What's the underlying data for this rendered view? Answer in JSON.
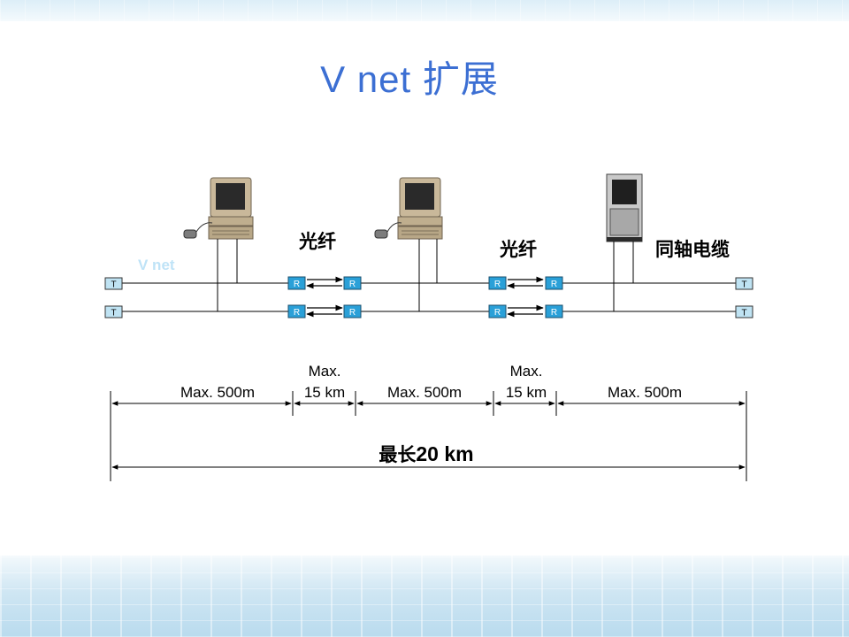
{
  "title": "V net 扩展",
  "labels": {
    "vnet": "V net",
    "fiber1": "光纤",
    "fiber2": "光纤",
    "coax": "同轴电缆"
  },
  "terminator_label": "T",
  "repeater_label": "R",
  "segments": {
    "seg1": "Max. 500m",
    "fiber1_line1": "Max.",
    "fiber1_line2": "15 km",
    "seg2": "Max. 500m",
    "fiber2_line1": "Max.",
    "fiber2_line2": "15 km",
    "seg3": "Max. 500m"
  },
  "total": {
    "prefix": "最长",
    "value": "20 km"
  },
  "colors": {
    "title": "#3c6fd3",
    "vnet_label": "#bfe3f7",
    "terminator_fill": "#bfe3f3",
    "repeater_fill": "#2aa0d8",
    "line": "#000000"
  }
}
